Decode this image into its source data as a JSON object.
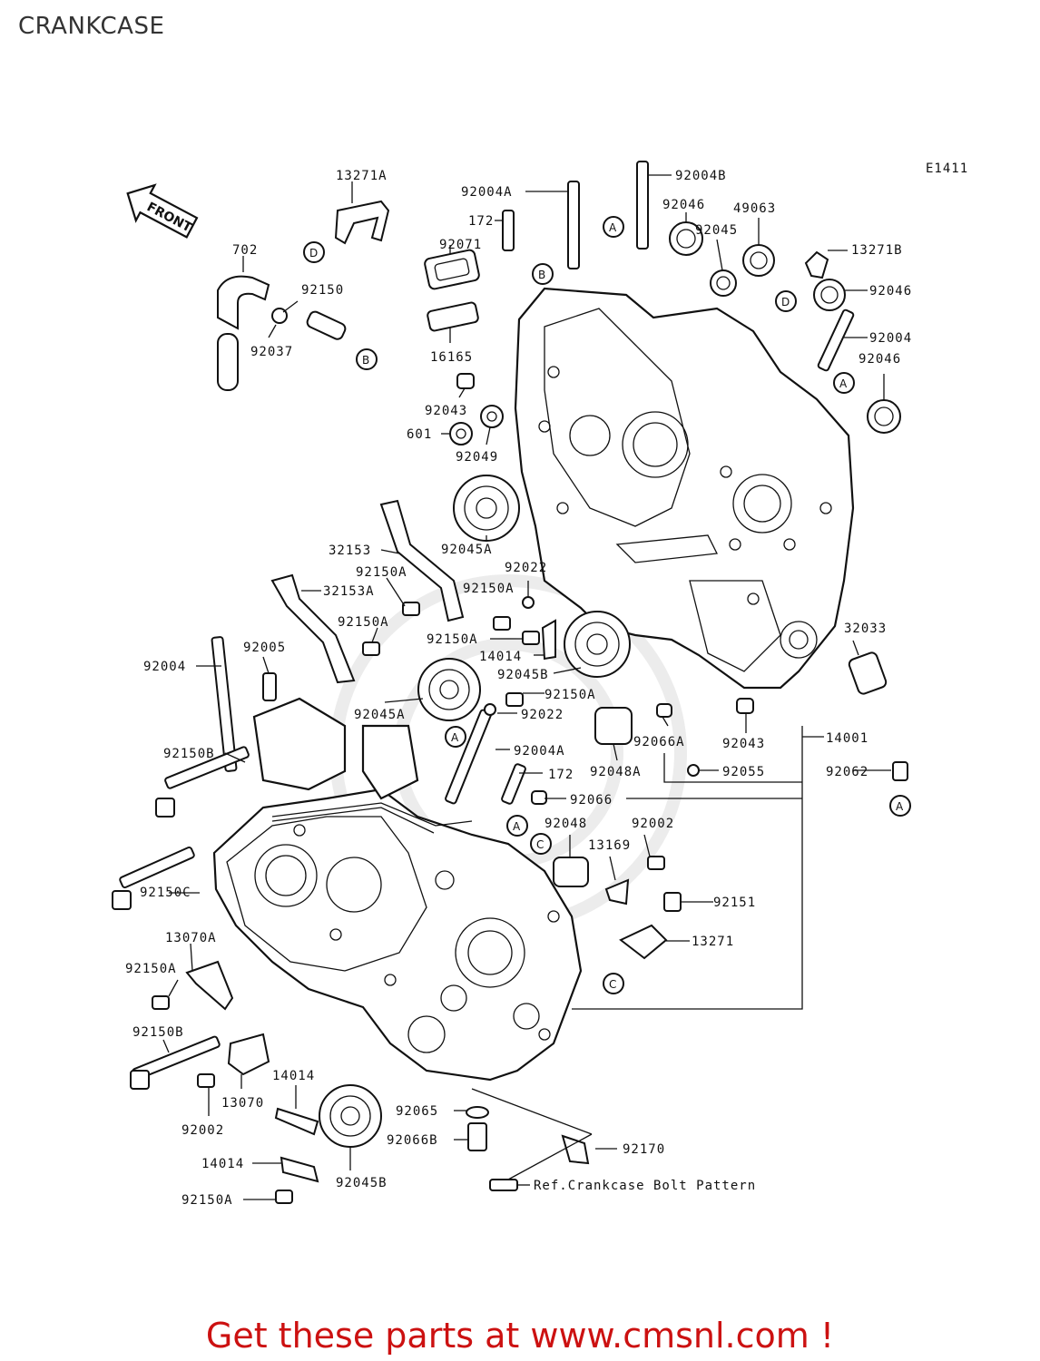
{
  "page_title": "CRANKCASE",
  "diagram_code": "E1411",
  "front_label": "FRONT",
  "footer_text": "Get these parts at www.cmsnl.com !",
  "ref_note": "Ref.Crankcase Bolt Pattern",
  "callouts": {
    "A": "A",
    "B": "B",
    "C": "C",
    "D": "D"
  },
  "parts": [
    {
      "id": "p13271a",
      "label": "13271A"
    },
    {
      "id": "p702",
      "label": "702"
    },
    {
      "id": "p92150",
      "label": "92150"
    },
    {
      "id": "p92037",
      "label": "92037"
    },
    {
      "id": "p172a",
      "label": "172"
    },
    {
      "id": "p92004a_top",
      "label": "92004A"
    },
    {
      "id": "p92004b",
      "label": "92004B"
    },
    {
      "id": "p92071",
      "label": "92071"
    },
    {
      "id": "p16165",
      "label": "16165"
    },
    {
      "id": "p92046a",
      "label": "92046"
    },
    {
      "id": "p49063",
      "label": "49063"
    },
    {
      "id": "p92045",
      "label": "92045"
    },
    {
      "id": "p13271b",
      "label": "13271B"
    },
    {
      "id": "p92046b",
      "label": "92046"
    },
    {
      "id": "p92004",
      "label": "92004"
    },
    {
      "id": "p92046c",
      "label": "92046"
    },
    {
      "id": "p92043a",
      "label": "92043"
    },
    {
      "id": "p601",
      "label": "601"
    },
    {
      "id": "p92049",
      "label": "92049"
    },
    {
      "id": "p92045a_top",
      "label": "92045A"
    },
    {
      "id": "p32153",
      "label": "32153"
    },
    {
      "id": "p92150a_1",
      "label": "92150A"
    },
    {
      "id": "p92022a",
      "label": "92022"
    },
    {
      "id": "p32153a",
      "label": "32153A"
    },
    {
      "id": "p92150a_2",
      "label": "92150A"
    },
    {
      "id": "p92150a_3",
      "label": "92150A"
    },
    {
      "id": "p92150a_4",
      "label": "92150A"
    },
    {
      "id": "p14014a",
      "label": "14014"
    },
    {
      "id": "p92045b_top",
      "label": "92045B"
    },
    {
      "id": "p32033",
      "label": "32033"
    },
    {
      "id": "p92004_left",
      "label": "92004"
    },
    {
      "id": "p92005",
      "label": "92005"
    },
    {
      "id": "p92150a_5",
      "label": "92150A"
    },
    {
      "id": "p92045a_mid",
      "label": "92045A"
    },
    {
      "id": "p92022b",
      "label": "92022"
    },
    {
      "id": "p92066a",
      "label": "92066A"
    },
    {
      "id": "p92043b",
      "label": "92043"
    },
    {
      "id": "p14001",
      "label": "14001"
    },
    {
      "id": "p92004a_mid",
      "label": "92004A"
    },
    {
      "id": "p92048a",
      "label": "92048A"
    },
    {
      "id": "p92055",
      "label": "92055"
    },
    {
      "id": "p92062",
      "label": "92062"
    },
    {
      "id": "p92150b_1",
      "label": "92150B"
    },
    {
      "id": "p172b",
      "label": "172"
    },
    {
      "id": "p92066",
      "label": "92066"
    },
    {
      "id": "p92048",
      "label": "92048"
    },
    {
      "id": "p92002a",
      "label": "92002"
    },
    {
      "id": "p13169",
      "label": "13169"
    },
    {
      "id": "p92150c",
      "label": "92150C"
    },
    {
      "id": "p92151",
      "label": "92151"
    },
    {
      "id": "p13070a",
      "label": "13070A"
    },
    {
      "id": "p13271",
      "label": "13271"
    },
    {
      "id": "p92150a_6",
      "label": "92150A"
    },
    {
      "id": "p92150b_2",
      "label": "92150B"
    },
    {
      "id": "p14014b",
      "label": "14014"
    },
    {
      "id": "p13070",
      "label": "13070"
    },
    {
      "id": "p92002b",
      "label": "92002"
    },
    {
      "id": "p92065",
      "label": "92065"
    },
    {
      "id": "p92066b",
      "label": "92066B"
    },
    {
      "id": "p92170",
      "label": "92170"
    },
    {
      "id": "p14014c",
      "label": "14014"
    },
    {
      "id": "p92045b_bot",
      "label": "92045B"
    },
    {
      "id": "p92150a_7",
      "label": "92150A"
    }
  ]
}
